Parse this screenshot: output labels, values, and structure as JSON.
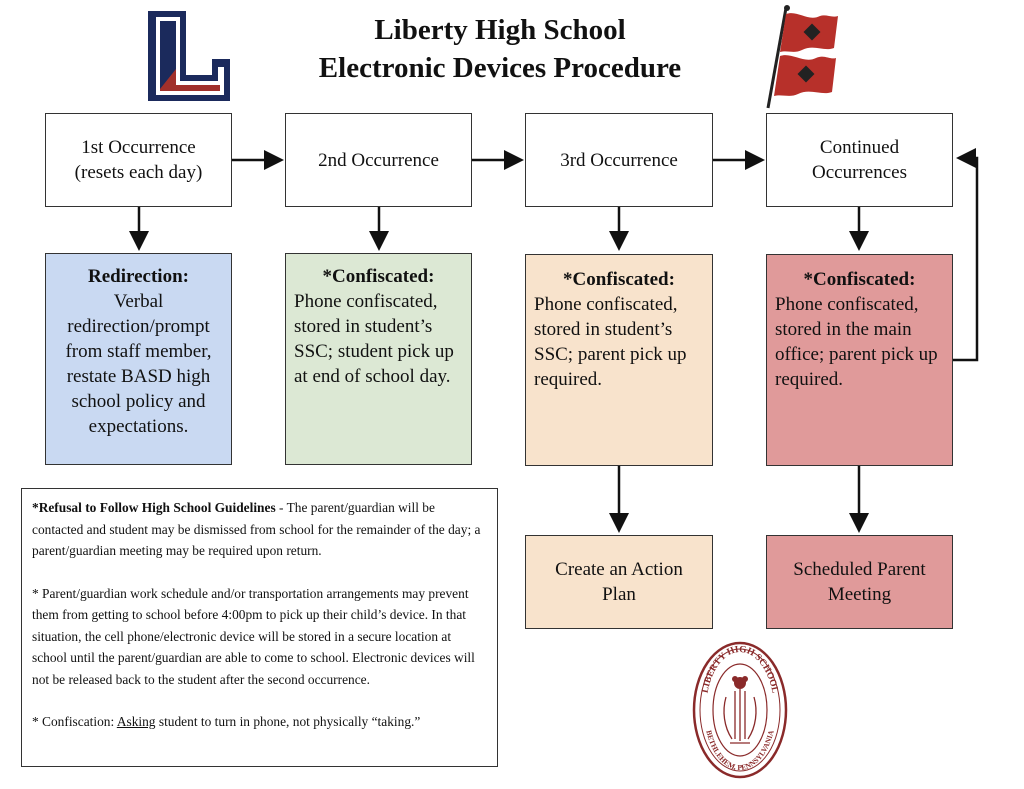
{
  "header": {
    "title_line1": "Liberty High School",
    "title_line2": "Electronic Devices Procedure"
  },
  "logos": {
    "left": "L",
    "seal_top": "LIBERTY HIGH SCHOOL",
    "seal_bottom": "BETHLEHEM, PENNSYLVANIA"
  },
  "colors": {
    "redirection": "#c9d9f2",
    "second": "#dce8d4",
    "third": "#f8e3cc",
    "continued": "#e09a9a",
    "logo_navy": "#1b2a5c",
    "logo_red": "#a1302b"
  },
  "steps": [
    {
      "label_line1": "1st Occurrence",
      "label_line2": "(resets each day)"
    },
    {
      "label": "2nd Occurrence"
    },
    {
      "label": "3rd Occurrence"
    },
    {
      "label_line1": "Continued",
      "label_line2": "Occurrences"
    }
  ],
  "consequences": [
    {
      "title": "Redirection:",
      "body": "Verbal redirection/prompt from staff member, restate BASD high school policy and expectations."
    },
    {
      "title": "*Confiscated:",
      "body": "Phone confiscated, stored in student’s SSC; student pick up at end of school day."
    },
    {
      "title": "*Confiscated:",
      "body": "Phone confiscated, stored in student’s SSC; parent pick up required."
    },
    {
      "title": "*Confiscated:",
      "body": "Phone confiscated, stored in the main office; parent pick up required."
    }
  ],
  "followups": [
    {
      "label_line1": "Create an Action",
      "label_line2": "Plan"
    },
    {
      "label_line1": "Scheduled Parent",
      "label_line2": "Meeting"
    }
  ],
  "notes": {
    "refusal_title": "*Refusal to Follow High School Guidelines",
    "refusal_text": " - The parent/guardian will be contacted and student may be dismissed from school for the remainder of the day; a parent/guardian meeting may be required upon return.",
    "schedule_text": "* Parent/guardian work schedule and/or transportation arrangements may prevent them from getting to school before 4:00pm to pick up their child’s device. In that situation, the cell phone/electronic device will be stored in a secure location at school until the parent/guardian are able to come to school. Electronic devices will not be released back to the student after the second occurrence.",
    "confiscation_prefix": "* Confiscation: ",
    "confiscation_underlined": "Asking",
    "confiscation_rest": " student to turn in phone, not physically “taking.”"
  }
}
